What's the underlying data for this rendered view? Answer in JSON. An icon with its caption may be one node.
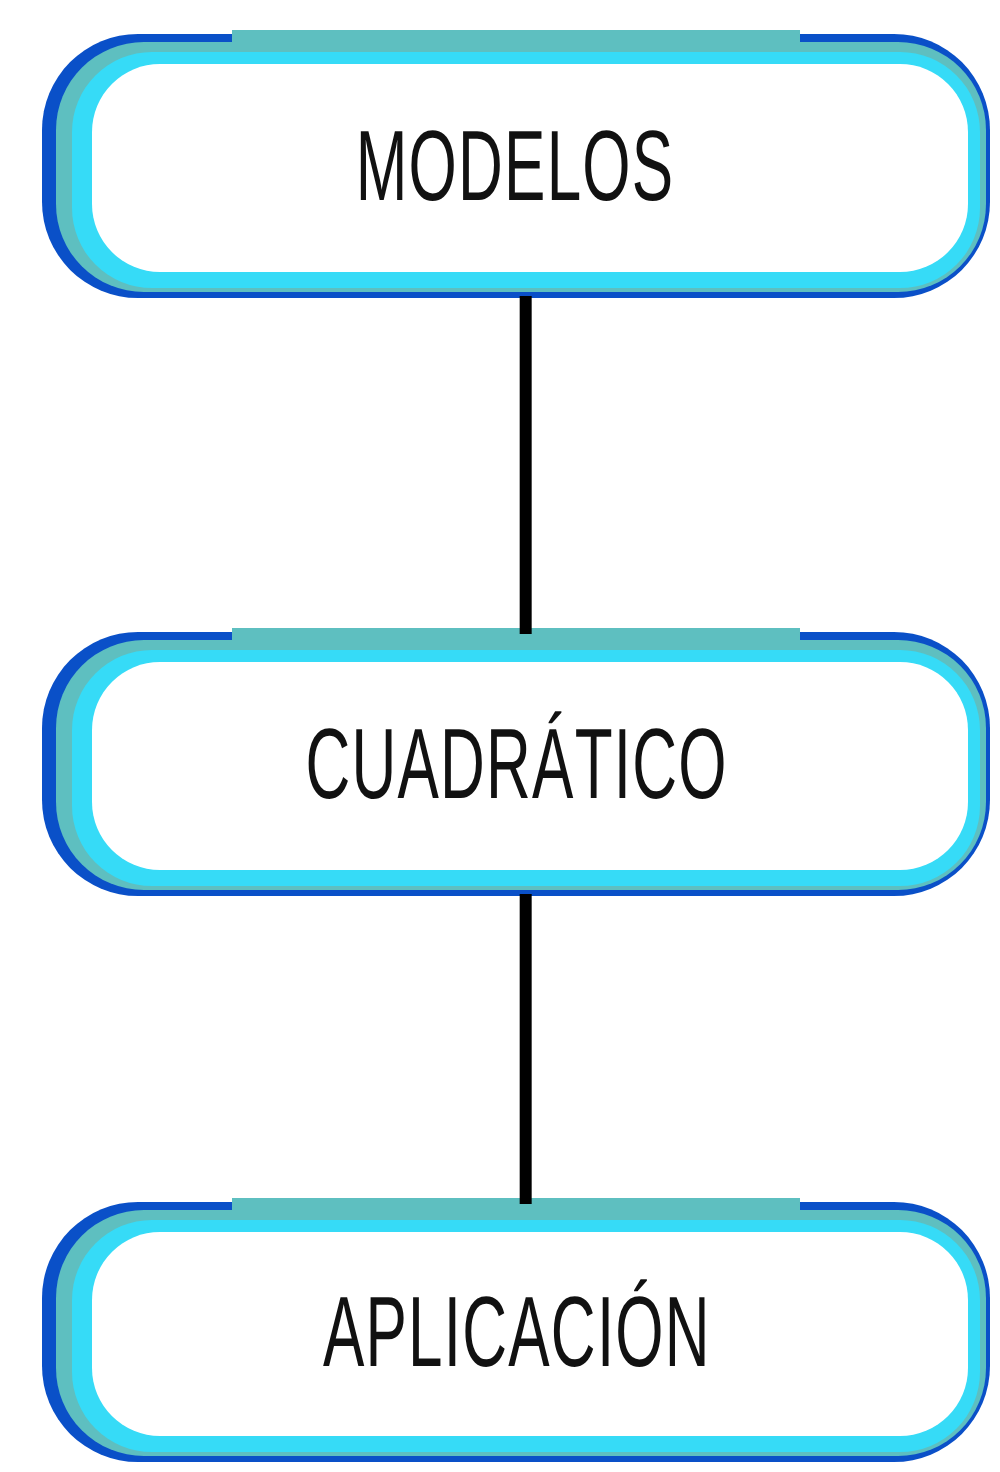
{
  "diagram": {
    "nodes": [
      {
        "text": [
          "MODELOS"
        ]
      },
      {
        "text": [
          "CUADRÁTICO"
        ]
      },
      {
        "text": [
          "APLICACIÓN"
        ]
      }
    ],
    "edges": [
      {
        "from": 0,
        "to": 1,
        "arrow": "none"
      },
      {
        "from": 1,
        "to": 2,
        "arrow": "none"
      }
    ]
  }
}
